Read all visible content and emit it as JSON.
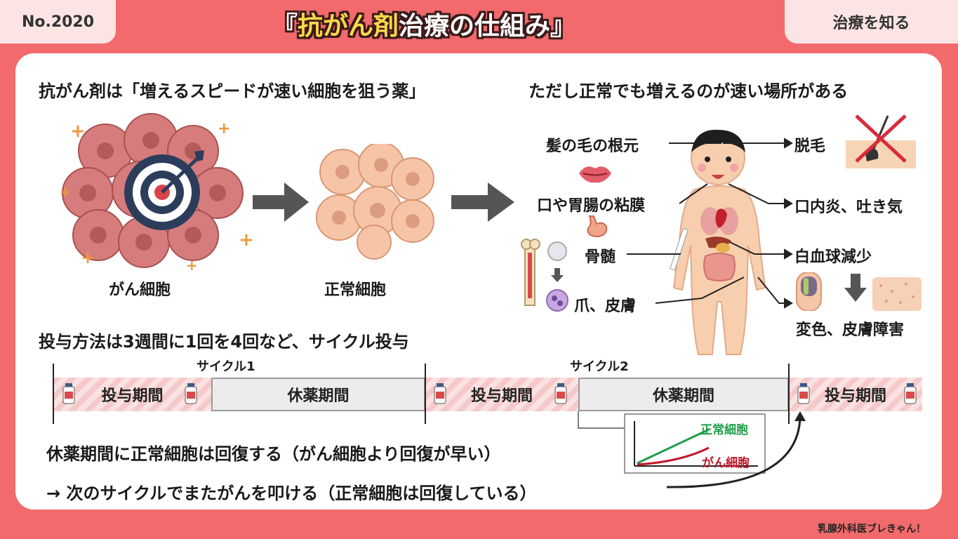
{
  "header": {
    "number": "No.2020",
    "title_pre": "『",
    "title_hl": "抗がん剤",
    "title_post": "治療の仕組み』",
    "category": "治療を知る"
  },
  "left": {
    "heading": "抗がん剤は「増えるスピードが速い細胞を狙う薬」",
    "cancer_label": "がん細胞",
    "normal_label": "正常細胞"
  },
  "right": {
    "heading": "ただし正常でも増えるのが速い場所がある",
    "sites": [
      "髪の毛の根元",
      "口や胃腸の粘膜",
      "骨髄",
      "爪、皮膚"
    ],
    "effects": [
      "脱毛",
      "口内炎、吐き気",
      "白血球減少",
      "変色、皮膚障害"
    ]
  },
  "cycle": {
    "heading": "投与方法は3週間に1回を4回など、サイクル投与",
    "cycle1": "サイクル1",
    "cycle2": "サイクル2",
    "dose": "投与期間",
    "rest": "休薬期間"
  },
  "bottom": {
    "line1": "休薬期間に正常細胞は回復する（がん細胞より回復が早い）",
    "line2": "→ 次のサイクルでまたがんを叩ける（正常細胞は回復している）",
    "graph_normal": "正常細胞",
    "graph_cancer": "がん細胞"
  },
  "credit": "乳腺外科医ブレきゃん！",
  "colors": {
    "background": "#f26a6b",
    "title_highlight": "#ffd84a",
    "normal_line": "#1f9e4a",
    "cancer_line": "#c0182a"
  }
}
